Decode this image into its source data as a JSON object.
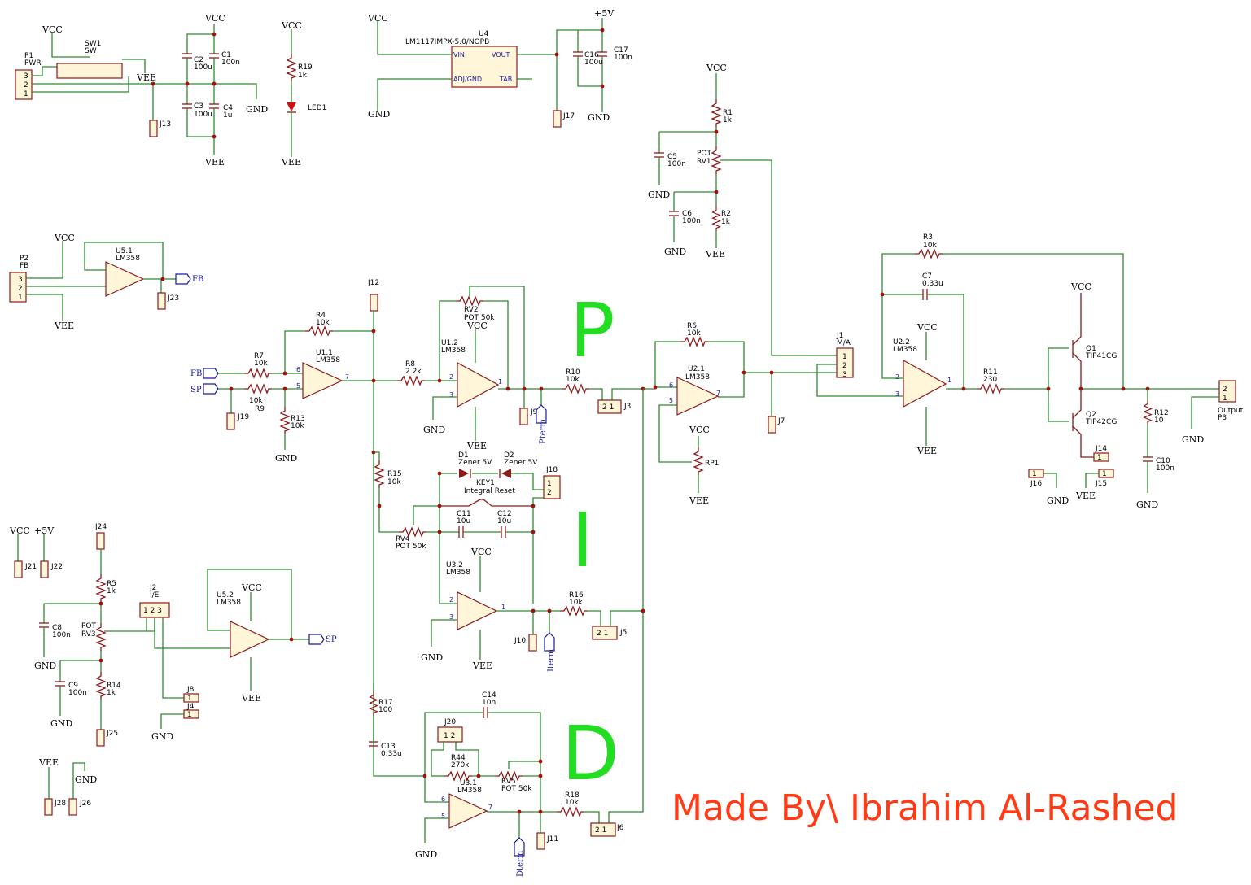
{
  "credit": "Made By\\ Ibrahim Al-Rashed",
  "sections": {
    "p": "P",
    "i": "I",
    "d": "D"
  },
  "power": {
    "vcc": "VCC",
    "vee": "VEE",
    "gnd": "GND",
    "p5v": "+5V"
  },
  "nets": {
    "fb": "FB",
    "sp": "SP",
    "pterm": "Pterm",
    "iterm": "Iterm",
    "dterm": "Dterm"
  },
  "regulator": {
    "ref": "U4",
    "part": "LM1117IMPX-5.0/NOPB",
    "vin": "VIN",
    "vout": "VOUT",
    "adj": "ADJ/GND",
    "tab": "TAB"
  },
  "connectors": {
    "p1": {
      "ref": "P1",
      "name": "PWR"
    },
    "p2": {
      "ref": "P2",
      "name": "FB"
    },
    "p3": {
      "ref": "P3",
      "name": "Output"
    },
    "j1": {
      "ref": "J1",
      "name": "M/A"
    },
    "j2": {
      "ref": "J2",
      "name": "I/E"
    },
    "sw1": {
      "ref": "SW1",
      "name": "SW"
    },
    "key1": {
      "ref": "KEY1",
      "name": "Integral Reset"
    }
  },
  "components": {
    "c1": [
      "C1",
      "100n"
    ],
    "c2": [
      "C2",
      "100u"
    ],
    "c3": [
      "C3",
      "100u"
    ],
    "c4": [
      "C4",
      "1u"
    ],
    "c5": [
      "C5",
      "100n"
    ],
    "c6": [
      "C6",
      "100n"
    ],
    "c7": [
      "C7",
      "0.33u"
    ],
    "c8": [
      "C8",
      "100n"
    ],
    "c9": [
      "C9",
      "100n"
    ],
    "c10": [
      "C10",
      "100n"
    ],
    "c11": [
      "C11",
      "10u"
    ],
    "c12": [
      "C12",
      "10u"
    ],
    "c13": [
      "C13",
      "0.33u"
    ],
    "c14": [
      "C14",
      "10n"
    ],
    "c16": [
      "C16",
      "100u"
    ],
    "c17": [
      "C17",
      "100n"
    ],
    "r1": [
      "R1",
      "1k"
    ],
    "r2": [
      "R2",
      "1k"
    ],
    "r3": [
      "R3",
      "10k"
    ],
    "r4": [
      "R4",
      "10k"
    ],
    "r5": [
      "R5",
      "1k"
    ],
    "r6": [
      "R6",
      "10k"
    ],
    "r7": [
      "R7",
      "10k"
    ],
    "r8": [
      "R8",
      "2.2k"
    ],
    "r9": [
      "R9",
      "10k"
    ],
    "r10": [
      "R10",
      "10k"
    ],
    "r11": [
      "R11",
      "230"
    ],
    "r12": [
      "R12",
      "10"
    ],
    "r13": [
      "R13",
      "10k"
    ],
    "r14": [
      "R14",
      "1k"
    ],
    "r15": [
      "R15",
      "10k"
    ],
    "r16": [
      "R16",
      "10k"
    ],
    "r17": [
      "R17",
      "100"
    ],
    "r18": [
      "R18",
      "10k"
    ],
    "r19": [
      "R19",
      "1k"
    ],
    "r44": [
      "R44",
      "270k"
    ],
    "rv1": [
      "RV1",
      "POT"
    ],
    "rv2": [
      "RV2",
      "POT 50k"
    ],
    "rv3": [
      "RV3",
      "POT"
    ],
    "rv4": [
      "RV4",
      "POT 50k"
    ],
    "rv5": [
      "RV5",
      "POT 50k"
    ],
    "rp1": [
      "RP1",
      ""
    ],
    "d1": [
      "D1",
      "Zener 5V"
    ],
    "d2": [
      "D2",
      "Zener 5V"
    ],
    "led1": [
      "LED1",
      ""
    ],
    "q1": [
      "Q1",
      "TIP41CG"
    ],
    "q2": [
      "Q2",
      "TIP42CG"
    ],
    "u11": [
      "U1.1",
      "LM358"
    ],
    "u12": [
      "U1.2",
      "LM358"
    ],
    "u21": [
      "U2.1",
      "LM358"
    ],
    "u22": [
      "U2.2",
      "LM358"
    ],
    "u31": [
      "U3.1",
      "LM358"
    ],
    "u32": [
      "U3.2",
      "LM358"
    ],
    "u51": [
      "U5.1",
      "LM358"
    ],
    "u52": [
      "U5.2",
      "LM358"
    ]
  },
  "jumpers": [
    "J3",
    "J4",
    "J5",
    "J6",
    "J7",
    "J8",
    "J9",
    "J10",
    "J11",
    "J12",
    "J13",
    "J14",
    "J15",
    "J16",
    "J17",
    "J18",
    "J19",
    "J20",
    "J21",
    "J22",
    "J23",
    "J24",
    "J25",
    "J26",
    "J28"
  ]
}
